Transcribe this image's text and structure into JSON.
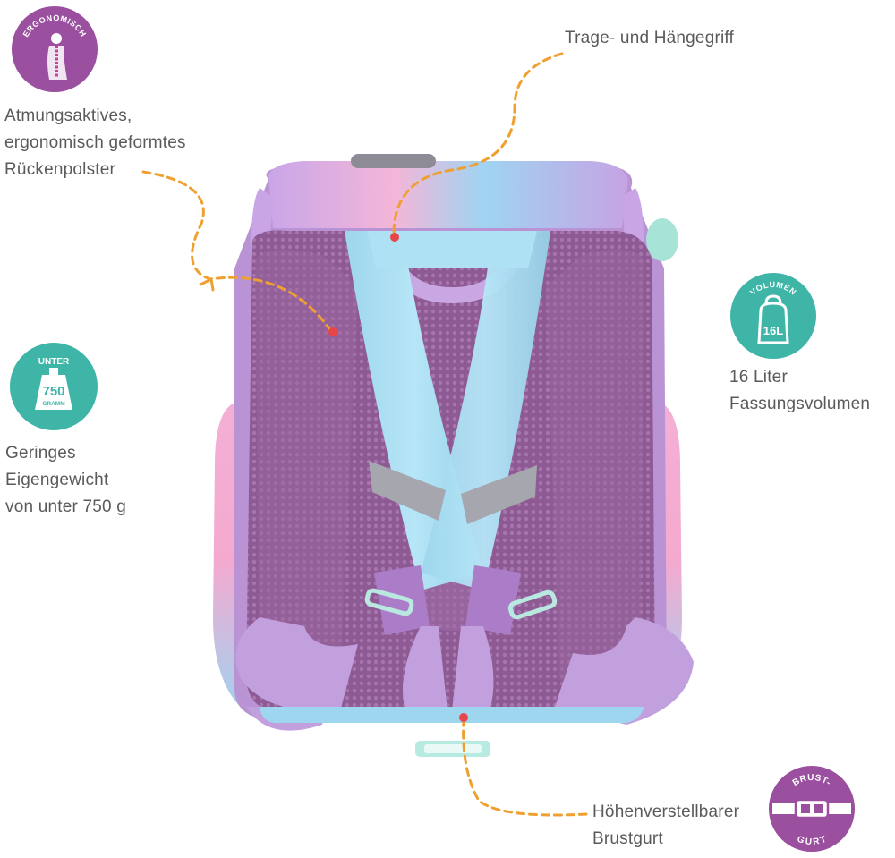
{
  "features": {
    "ergonomic": {
      "badge_label": "ERGONOMISCH",
      "badge_icon": "spine-icon",
      "lines": [
        "Atmungsaktives,",
        "ergonomisch geformtes",
        "Rückenpolster"
      ]
    },
    "handle": {
      "lines": [
        "Trage- und Hängegriff"
      ]
    },
    "weight": {
      "badge_top": "UNTER",
      "badge_value": "750",
      "badge_unit": "GRAMM",
      "badge_icon": "weight-icon",
      "lines": [
        "Geringes",
        "Eigengewicht",
        "von unter 750 g"
      ]
    },
    "volume": {
      "badge_top": "VOLUMEN",
      "badge_value": "16L",
      "badge_icon": "backpack-icon",
      "lines": [
        "16 Liter",
        "Fassungsvolumen"
      ]
    },
    "chest_strap": {
      "badge_top": "BRUST-",
      "badge_bottom": "GURT",
      "badge_icon": "buckle-icon",
      "lines": [
        "Höhenverstellbarer",
        "Brustgurt"
      ]
    }
  },
  "colors": {
    "purple_badge": "#9a4f9f",
    "teal_badge": "#3fb5a8",
    "callout_line": "#f0a030",
    "callout_dot": "#e8454a",
    "backpack_lilac": "#b590d0",
    "mesh_purple": "#8e5c93",
    "strap_blue": "#a9dff2"
  }
}
